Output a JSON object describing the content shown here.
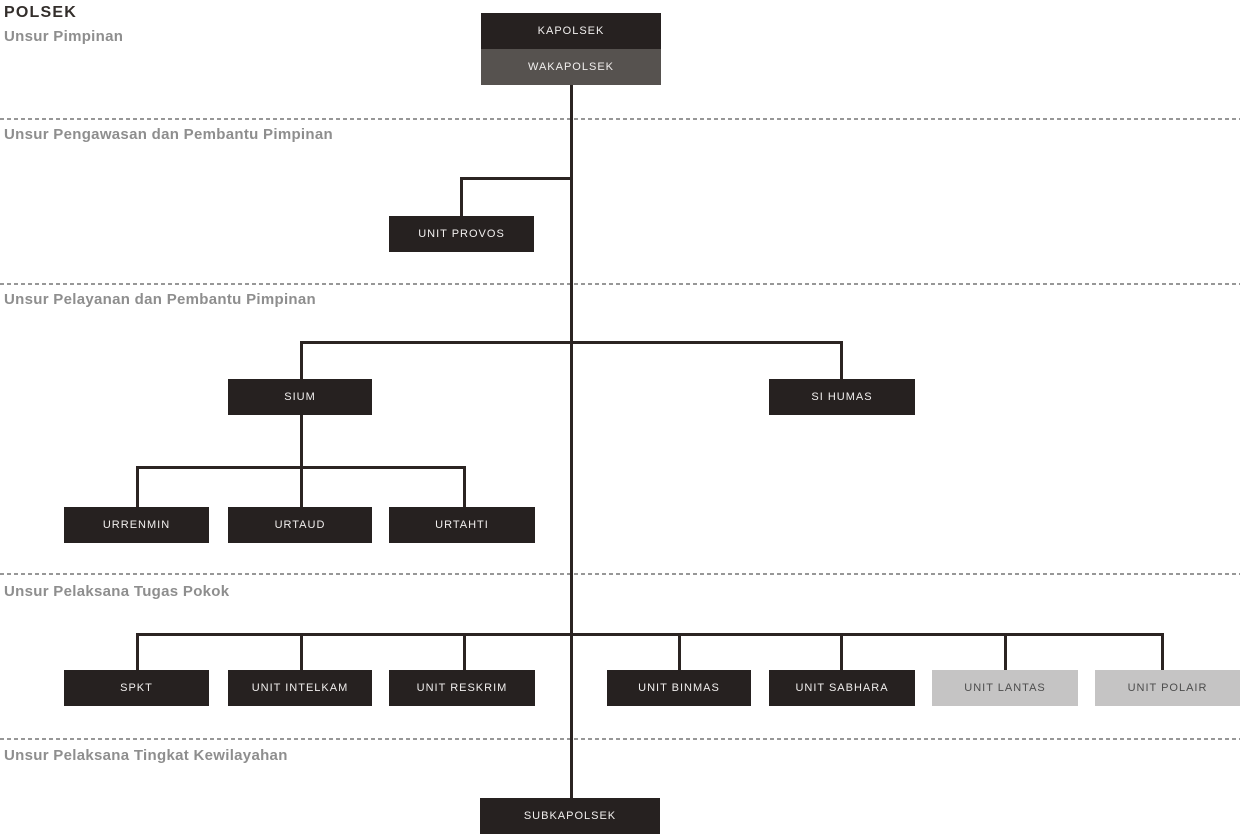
{
  "title": "POLSEK",
  "colors": {
    "background": "#ffffff",
    "box_dark": "#262120",
    "box_gray": "#56524f",
    "box_light": "#c5c4c4",
    "line": "#2b2422",
    "text_light": "#f1efee",
    "text_dark": "#4d4d4d",
    "header": "#8e8e8e",
    "title": "#332e2b",
    "divider": "#979797"
  },
  "sections": {
    "pimpinan": {
      "label": "Unsur Pimpinan"
    },
    "pengawasan": {
      "label": "Unsur Pengawasan dan Pembantu Pimpinan"
    },
    "pelayanan": {
      "label": "Unsur Pelayanan dan Pembantu Pimpinan"
    },
    "pelaksana_pokok": {
      "label": "Unsur Pelaksana Tugas Pokok"
    },
    "kewilayahan": {
      "label": "Unsur Pelaksana Tingkat Kewilayahan"
    }
  },
  "nodes": {
    "kapolsek": {
      "label": "KAPOLSEK",
      "variant": "dark"
    },
    "wakapolsek": {
      "label": "WAKAPOLSEK",
      "variant": "gray"
    },
    "unit_provos": {
      "label": "UNIT PROVOS",
      "variant": "dark"
    },
    "sium": {
      "label": "SIUM",
      "variant": "dark"
    },
    "si_humas": {
      "label": "SI HUMAS",
      "variant": "dark"
    },
    "urrenmin": {
      "label": "URRENMIN",
      "variant": "dark"
    },
    "urtaud": {
      "label": "URTAUD",
      "variant": "dark"
    },
    "urtahti": {
      "label": "URTAHTI",
      "variant": "dark"
    },
    "spkt": {
      "label": "SPKT",
      "variant": "dark"
    },
    "unit_intelkam": {
      "label": "UNIT INTELKAM",
      "variant": "dark"
    },
    "unit_reskrim": {
      "label": "UNIT RESKRIM",
      "variant": "dark"
    },
    "unit_binmas": {
      "label": "UNIT BINMAS",
      "variant": "dark"
    },
    "unit_sabhara": {
      "label": "UNIT SABHARA",
      "variant": "dark"
    },
    "unit_lantas": {
      "label": "UNIT LANTAS",
      "variant": "light"
    },
    "unit_polair": {
      "label": "UNIT POLAIR",
      "variant": "light"
    },
    "subkapolsek": {
      "label": "SUBKAPOLSEK",
      "variant": "dark"
    }
  },
  "hierarchy": {
    "kapolsek": [
      "wakapolsek"
    ],
    "wakapolsek": [
      "unit_provos",
      "sium",
      "si_humas",
      "spkt",
      "unit_intelkam",
      "unit_reskrim",
      "unit_binmas",
      "unit_sabhara",
      "unit_lantas",
      "unit_polair",
      "subkapolsek"
    ],
    "sium": [
      "urrenmin",
      "urtaud",
      "urtahti"
    ]
  }
}
